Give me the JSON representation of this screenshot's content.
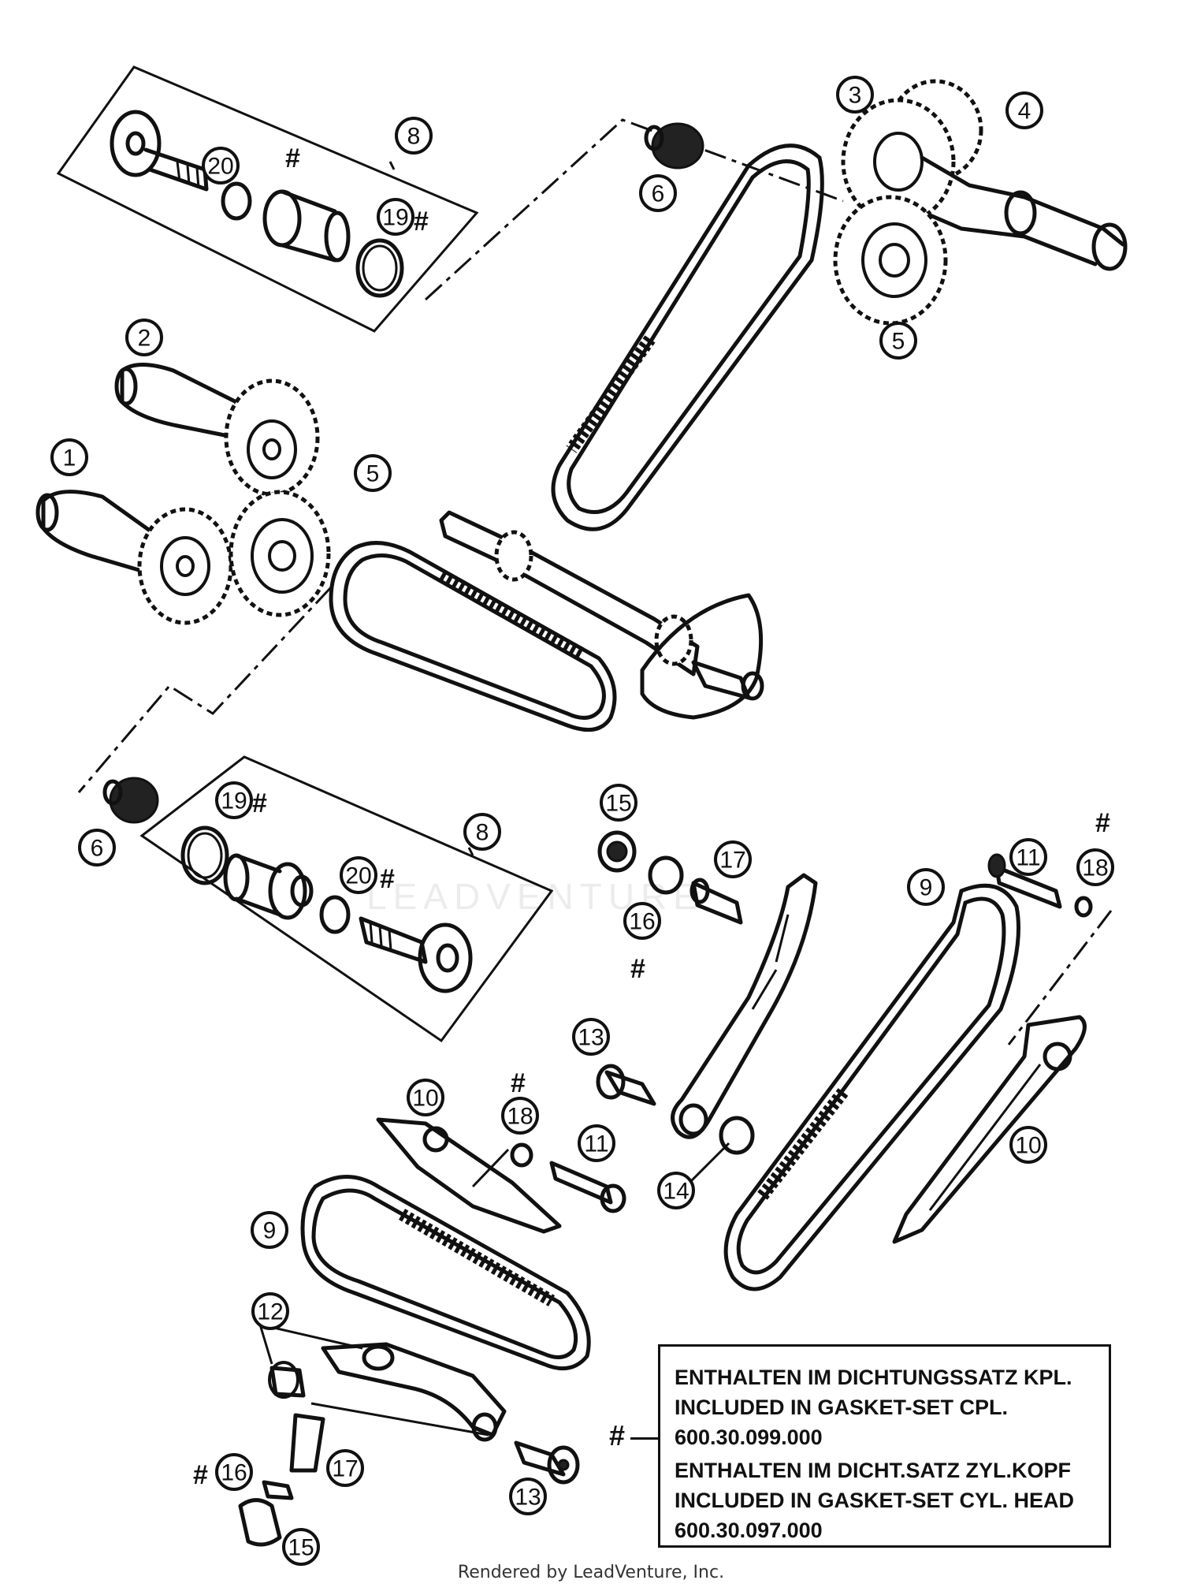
{
  "callouts": [
    {
      "n": "1"
    },
    {
      "n": "2"
    },
    {
      "n": "3"
    },
    {
      "n": "4"
    },
    {
      "n": "5"
    },
    {
      "n": "5"
    },
    {
      "n": "6"
    },
    {
      "n": "6"
    },
    {
      "n": "8"
    },
    {
      "n": "8"
    },
    {
      "n": "9"
    },
    {
      "n": "9"
    },
    {
      "n": "10"
    },
    {
      "n": "10"
    },
    {
      "n": "11"
    },
    {
      "n": "11"
    },
    {
      "n": "12"
    },
    {
      "n": "13"
    },
    {
      "n": "13"
    },
    {
      "n": "14"
    },
    {
      "n": "15"
    },
    {
      "n": "15"
    },
    {
      "n": "16"
    },
    {
      "n": "16"
    },
    {
      "n": "17"
    },
    {
      "n": "17"
    },
    {
      "n": "18"
    },
    {
      "n": "18"
    },
    {
      "n": "19"
    },
    {
      "n": "19"
    },
    {
      "n": "20"
    },
    {
      "n": "20"
    }
  ],
  "hash_symbol": "#",
  "legend": {
    "marker": "#",
    "group1": {
      "line_de": "ENTHALTEN IM DICHTUNGSSATZ KPL.",
      "line_en": "INCLUDED IN GASKET-SET CPL.",
      "part_number": "600.30.099.000"
    },
    "group2": {
      "line_de": "ENTHALTEN IM DICHT.SATZ ZYL.KOPF",
      "line_en": "INCLUDED IN GASKET-SET CYL. HEAD",
      "part_number": "600.30.097.000"
    }
  },
  "watermark": "LEADVENTURE",
  "footer": "Rendered by LeadVenture, Inc."
}
